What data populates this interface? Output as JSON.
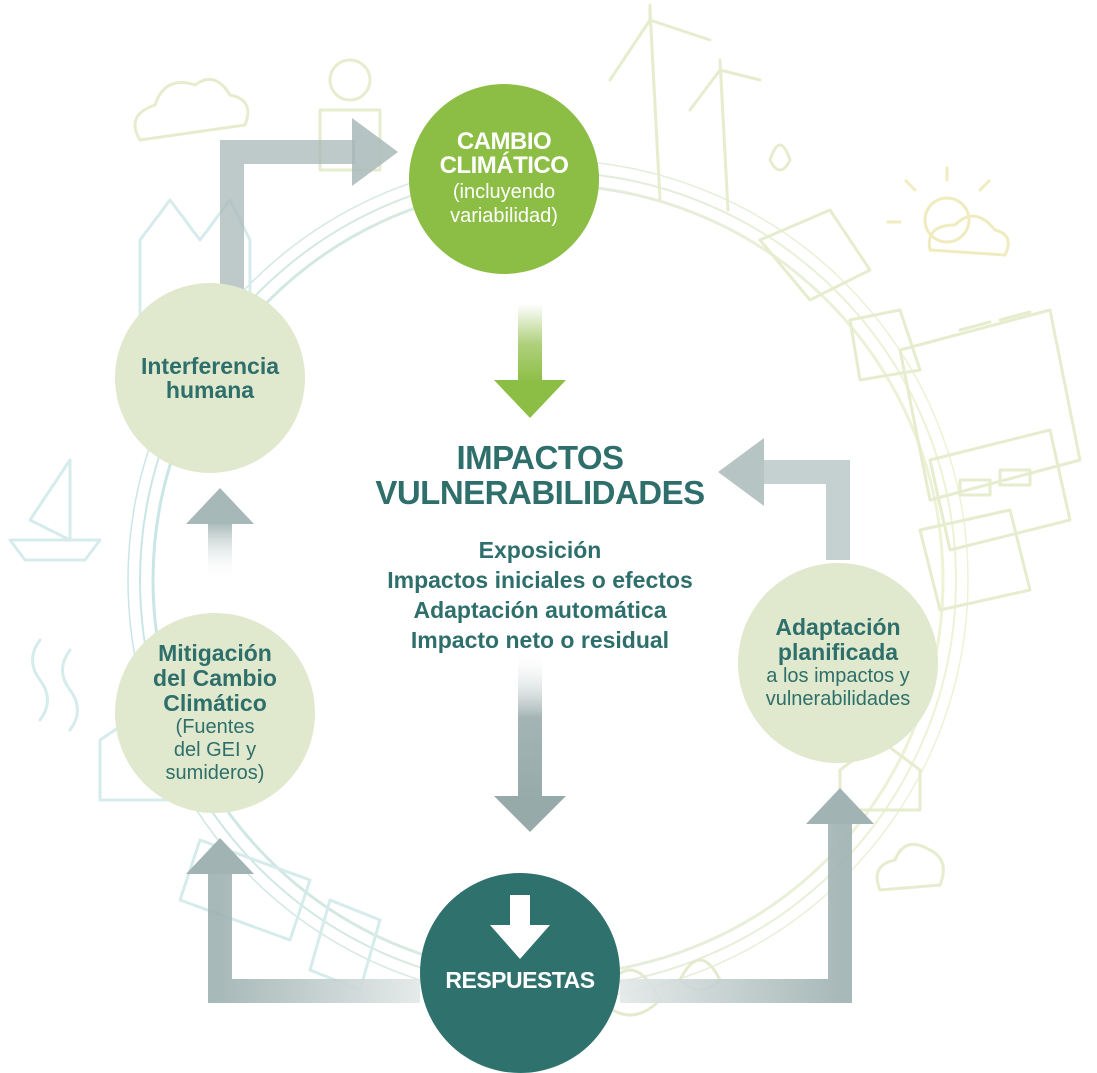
{
  "diagram": {
    "cambio": {
      "title_line1": "CAMBIO",
      "title_line2": "CLIMÁTICO",
      "sub_line1": "(incluyendo",
      "sub_line2": "variabilidad)"
    },
    "interferencia": {
      "line1": "Interferencia",
      "line2": "humana"
    },
    "mitigacion": {
      "line1": "Mitigación",
      "line2": "del Cambio",
      "line3": "Climático",
      "sub_line1": "(Fuentes",
      "sub_line2": "del GEI y",
      "sub_line3": "sumideros)"
    },
    "adaptacion": {
      "line1": "Adaptación",
      "line2": "planificada",
      "sub_line1": "a los impactos y",
      "sub_line2": "vulnerabilidades"
    },
    "respuestas": {
      "label": "RESPUESTAS",
      "icon": "arrow-down-icon"
    },
    "center": {
      "title_line1": "IMPACTOS",
      "title_line2": "VULNERABILIDADES",
      "items": [
        "Exposición",
        "Impactos iniciales o efectos",
        "Adaptación automática",
        "Impacto neto o residual"
      ]
    }
  },
  "colors": {
    "green": "#8cbd44",
    "light_green": "#e0e9cd",
    "teal": "#2f726d",
    "text_teal": "#2e6f6b",
    "arrow_gray": "#a3b5b5"
  }
}
